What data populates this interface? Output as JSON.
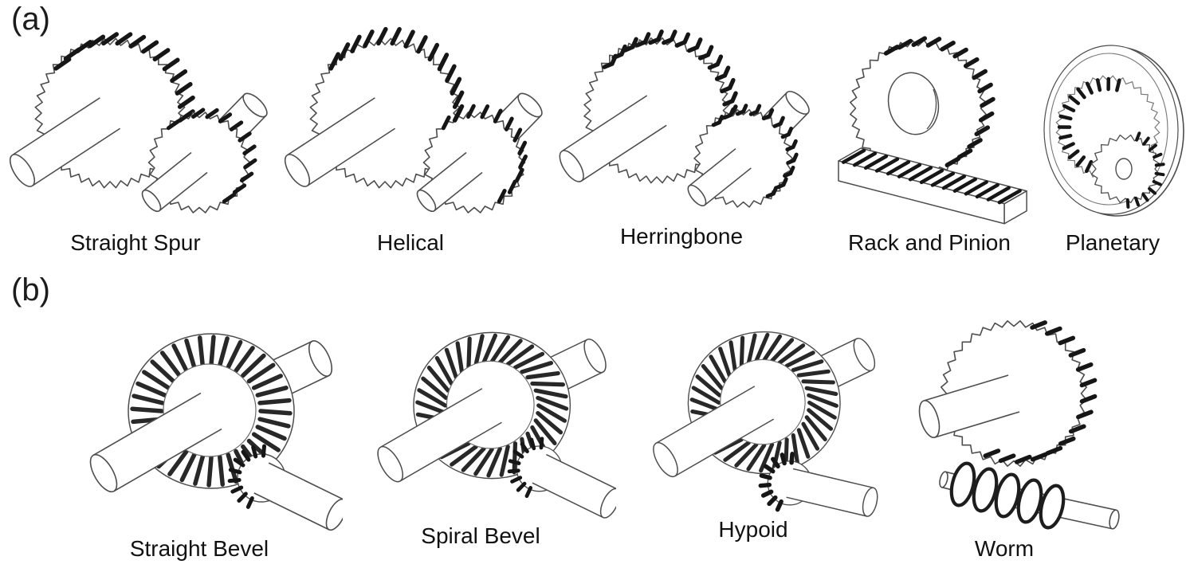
{
  "figure": {
    "background": "#ffffff",
    "ink_color": "#4d4d4d",
    "teeth_color": "#161616",
    "caption_color": "#111111",
    "rows": [
      {
        "label": "(a)",
        "name": "parallel-axis-gear-types",
        "panels": [
          {
            "caption": "Straight Spur",
            "icon": "spur-gear-pair-illustration"
          },
          {
            "caption": "Helical",
            "icon": "helical-gear-pair-illustration"
          },
          {
            "caption": "Herringbone",
            "icon": "herringbone-gear-pair-illustration"
          },
          {
            "caption": "Rack and Pinion",
            "icon": "rack-and-pinion-illustration"
          },
          {
            "caption": "Planetary",
            "icon": "planetary-gear-illustration"
          }
        ]
      },
      {
        "label": "(b)",
        "name": "intersecting-axis-gear-types",
        "panels": [
          {
            "caption": "Straight Bevel",
            "icon": "straight-bevel-gear-illustration"
          },
          {
            "caption": "Spiral Bevel",
            "icon": "spiral-bevel-gear-illustration"
          },
          {
            "caption": "Hypoid",
            "icon": "hypoid-gear-illustration"
          },
          {
            "caption": "Worm",
            "icon": "worm-gear-illustration"
          }
        ]
      }
    ]
  }
}
